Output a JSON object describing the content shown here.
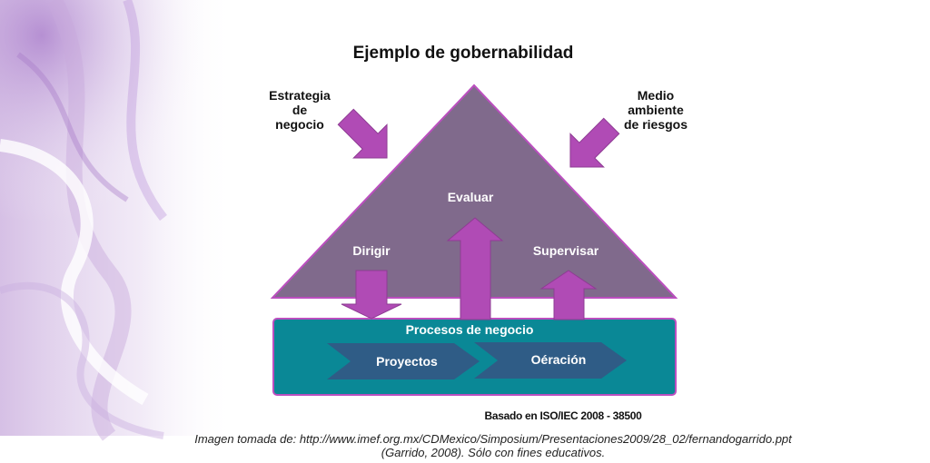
{
  "title": "Ejemplo de gobernabilidad",
  "left_input": [
    "Estrategia",
    "de",
    "negocio"
  ],
  "right_input": [
    "Medio",
    "ambiente",
    "de riesgos"
  ],
  "labels": {
    "evaluar": "Evaluar",
    "dirigir": "Dirigir",
    "supervisar": "Supervisar"
  },
  "process": {
    "title": "Procesos de negocio",
    "items": [
      "Proyectos",
      "Oéración"
    ]
  },
  "source": "Basado en ISO/IEC 2008 - 38500",
  "caption": [
    "Imagen tomada de: http://www.imef.org.mx/CDMexico/Simposium/Presentaciones2009/28_02/fernandogarrido.ppt",
    "(Garrido, 2008). Sólo con fines educativos."
  ],
  "colors": {
    "triangle": "#806a8c",
    "triangle_border": "#bb4fbf",
    "arrow": "#b04bb5",
    "process_box": "#0a8896",
    "chevron": "#2f5c86",
    "background_accent": "#b48cd0"
  }
}
